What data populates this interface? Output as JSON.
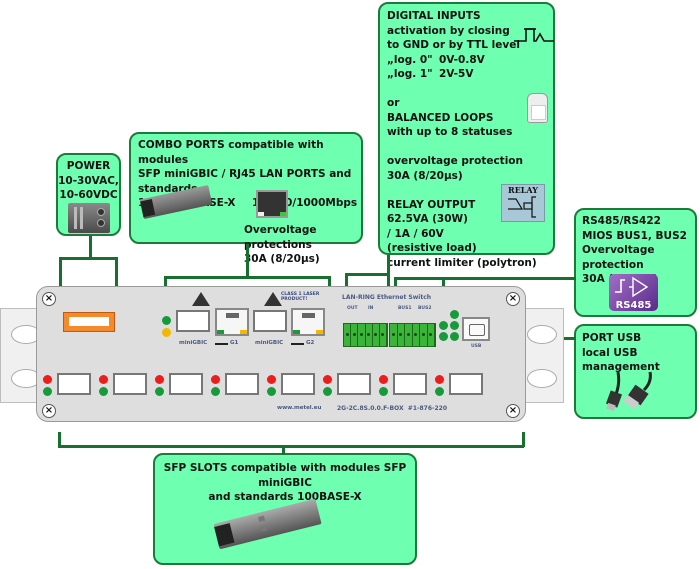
{
  "callouts": {
    "power": {
      "lines": [
        "POWER",
        "10-30VAC,",
        "10-60VDC"
      ],
      "icon": "power-supply-icon"
    },
    "combo": {
      "lines": [
        "COMBO PORTS compatible with modules",
        "SFP miniGBIC / RJ45 LAN PORTS and standards"
      ],
      "left_std": "100/1000BASE-X",
      "right_std": "10/100/1000Mbps",
      "protection": [
        "Overvoltage protections",
        "30A (8/20µs)"
      ],
      "icons": [
        "sfp-module-icon",
        "rj45-port-icon"
      ]
    },
    "digital": {
      "title": "DIGITAL INPUTS",
      "lines": [
        "activation by closing",
        "to GND or by TTL level"
      ],
      "log0_label": "„log. 0\"",
      "log0_value": "0V-0.8V",
      "log1_label": "„log. 1\"",
      "log1_value": "2V-5V",
      "or": "or",
      "balanced": [
        "BALANCED LOOPS",
        "with up to 8 statuses"
      ],
      "protection": [
        "overvoltage protection",
        "30A (8/20µs)"
      ],
      "relay": [
        "RELAY OUTPUT",
        "62.5VA (30W)",
        "/ 1A / 60V",
        "(resistive load)",
        "current limiter (polytron)"
      ],
      "relay_icon_label": "RELAY"
    },
    "rs485": {
      "lines": [
        "RS485/RS422",
        "MIOS BUS1, BUS2",
        "Overvoltage protection",
        "30A (8/20µs)"
      ],
      "icon_label": "RS485"
    },
    "usb": {
      "lines": [
        "PORT USB",
        "local USB management"
      ]
    },
    "sfp": {
      "lines": [
        "SFP SLOTS compatible with modules SFP miniGBIC",
        "and standards 100BASE-X"
      ]
    }
  },
  "device": {
    "title": "LAN-RING Ethernet Switch",
    "laser_warning": [
      "CLASS 1 LASER",
      "PRODUCT!"
    ],
    "combo_labels": [
      "miniGBIC",
      "G1",
      "miniGBIC",
      "G2"
    ],
    "terminal_groups": [
      "OUT",
      "IN",
      "BUS1",
      "BUS2"
    ],
    "usb_label": "USB",
    "website": "www.metel.eu",
    "model": "2G-2C.8S.0.0.F-BOX  #1-876-220",
    "sfp_slot_count": 8
  }
}
